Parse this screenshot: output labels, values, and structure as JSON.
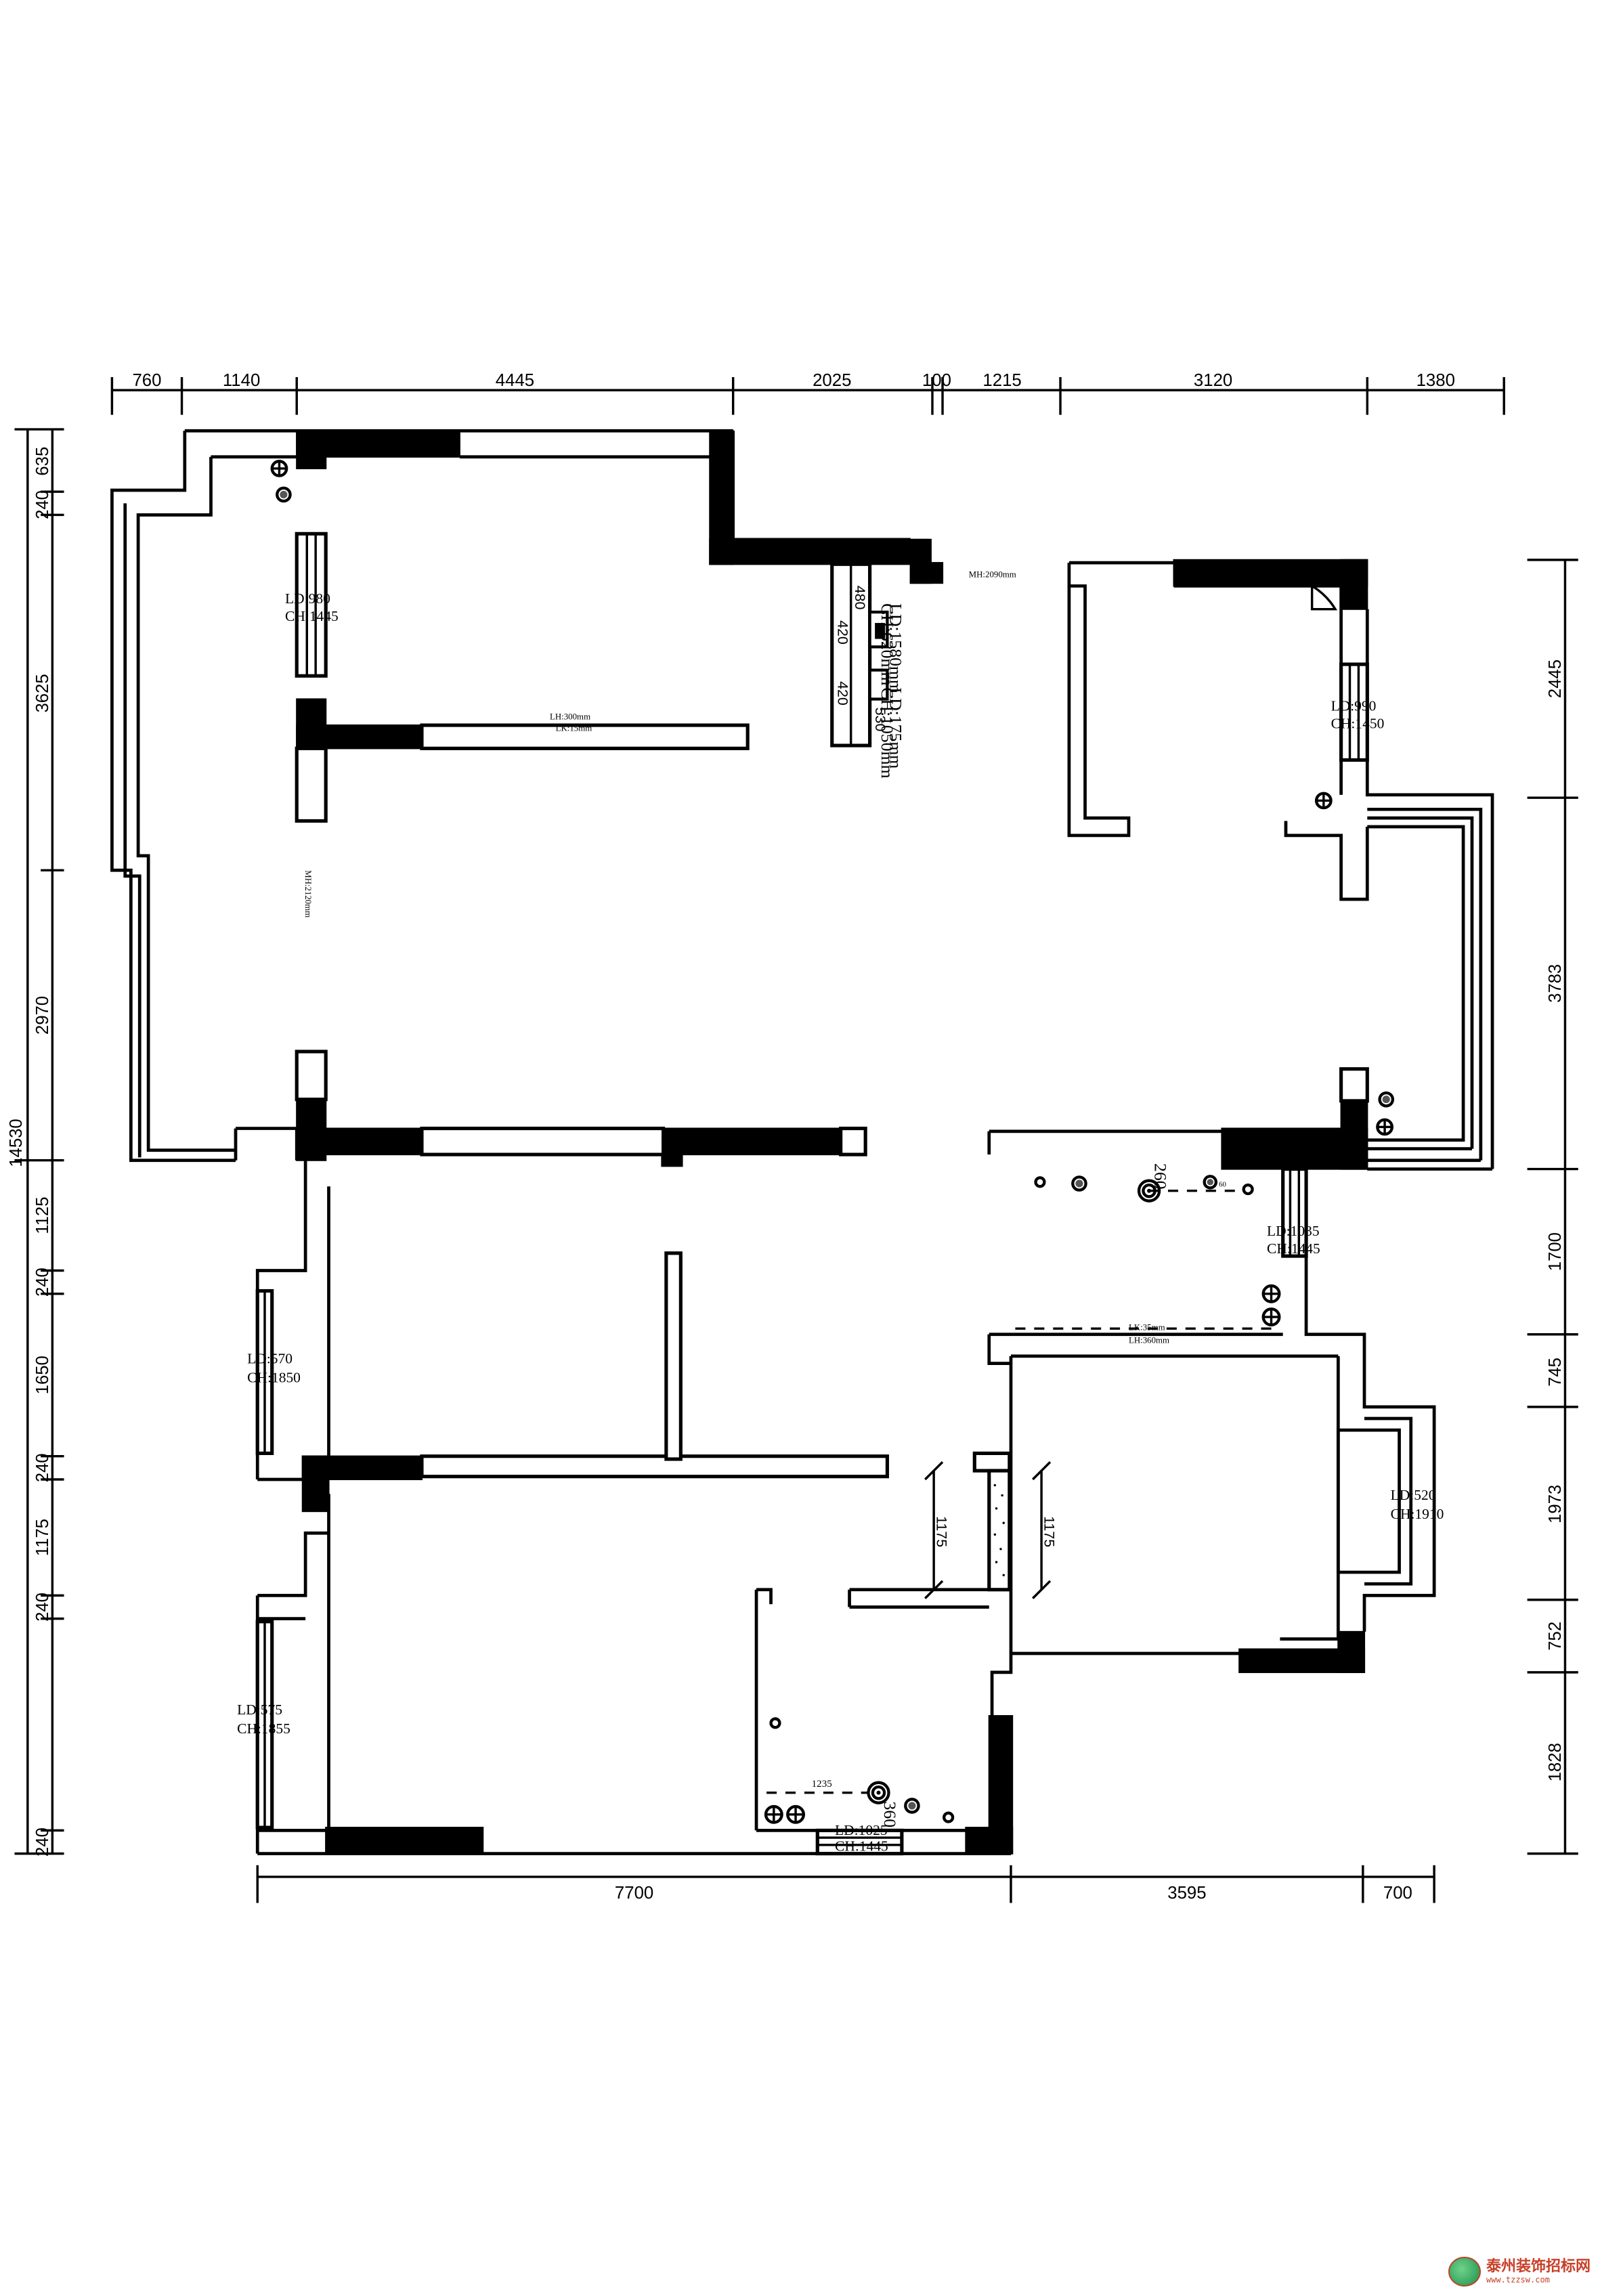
{
  "dimensions": {
    "top": [
      "760",
      "1140",
      "4445",
      "2025",
      "100",
      "1215",
      "3120",
      "1380"
    ],
    "bottom": [
      "7700",
      "3595",
      "700"
    ],
    "left_total": "14530",
    "left": [
      "635",
      "240",
      "3625",
      "2970",
      "1125",
      "240",
      "1650",
      "240",
      "1175",
      "240",
      "240"
    ],
    "right": [
      "2445",
      "3783",
      "1700",
      "745",
      "1973",
      "752",
      "1828"
    ],
    "center_verticals": [
      "1175",
      "1175"
    ]
  },
  "windows": {
    "w1": {
      "ld": "LD:980",
      "ch": "CH:1445"
    },
    "w2": {
      "ld": "LD:990",
      "ch": "CH:1450"
    },
    "w3": {
      "ld": "LD:1035",
      "ch": "CH:1445"
    },
    "w4": {
      "ld": "LD:570",
      "ch": "CH:1850"
    },
    "w5": {
      "ld": "LD:520",
      "ch": "CH:1910"
    },
    "w6": {
      "ld": "LD:575",
      "ch": "CH:1855"
    },
    "w7": {
      "ld": "LD:1025",
      "ch": "CH:1445"
    }
  },
  "notes": {
    "mh_top": "MH:2090mm",
    "beam_lh": "LH:300mm",
    "beam_lk": "LK:15mm",
    "side_mh": "MH:2120mm",
    "lower_lk": "LK:35mm",
    "lower_lh": "LH:360mm",
    "kitchen_dim": "1235",
    "pipe_360": "360",
    "pipe_60": "60",
    "pipe_260": "260",
    "duct_480": "480",
    "duct_420_a": "420",
    "duct_420_b": "420",
    "duct_530": "530",
    "duct_ld1": "LD:1580mm",
    "duct_ch1": "CH:620mm",
    "duct_ld2": "LD:175mm",
    "duct_ch2": "CH:1050mm"
  },
  "watermark": {
    "cn": "泰州装饰招标网",
    "url": "www.tzzsw.com"
  }
}
